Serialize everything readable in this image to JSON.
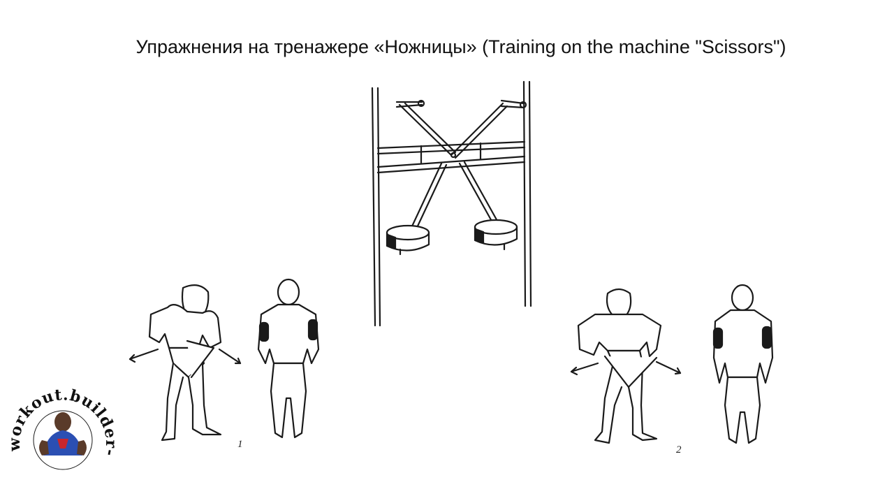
{
  "title": "Упражнения на тренажере «Ножницы» (Training on the machine \"Scissors\")",
  "figures": [
    {
      "number": "1"
    },
    {
      "number": "2"
    }
  ],
  "watermark": {
    "text": "workout.builder-ua.com"
  },
  "colors": {
    "line": "#1a1a1a",
    "fill": "#ffffff",
    "muscle": "#1a1a1a",
    "logo_blue": "#2b4fb3",
    "logo_red": "#c8262d"
  }
}
